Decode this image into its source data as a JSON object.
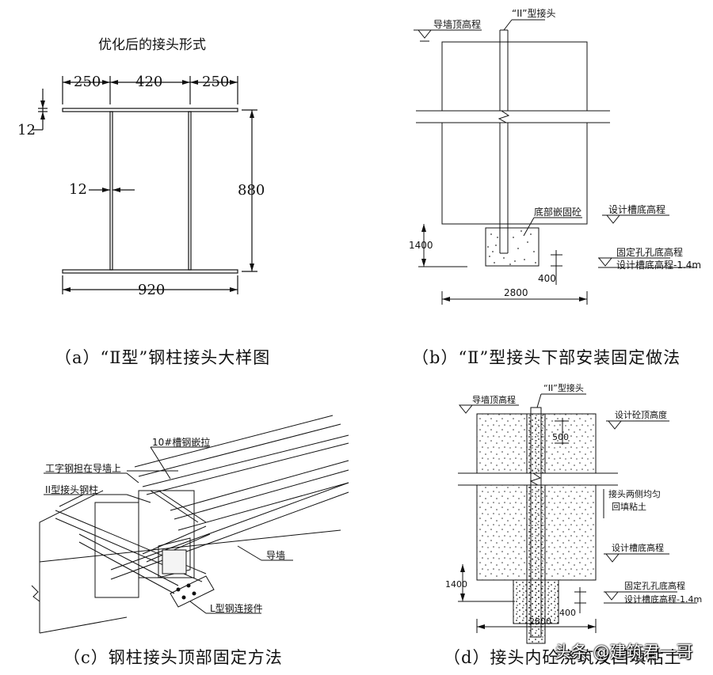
{
  "panel_a": {
    "title": "优化后的接头形式",
    "dim_left": "250",
    "dim_mid": "420",
    "dim_right": "250",
    "dim_flange": "12",
    "dim_web": "12",
    "dim_height": "880",
    "dim_width": "920",
    "caption": "（a）“Ⅱ型”钢柱接头大样图"
  },
  "panel_b": {
    "label_wall_top": "导墙顶高程",
    "label_joint": "“II”型接头",
    "label_embed": "底部嵌固砼",
    "label_design_bottom": "设计槽底高程",
    "label_hole_bottom": "固定孔孔底高程",
    "label_hole_formula": "设计槽底高程-1.4m",
    "dim_1400": "1400",
    "dim_400": "400",
    "dim_2800": "2800",
    "caption": "（b）“Ⅱ”型接头下部安装固定做法"
  },
  "panel_c": {
    "label_channel": "10#槽钢嵌拉",
    "label_ibeam": "工字钢担在导墙上",
    "label_column": "II型接头钢柱",
    "label_guidewall": "导墙",
    "label_lsteel": "L型钢连接件",
    "caption": "（c）钢柱接头顶部固定方法"
  },
  "panel_d": {
    "label_wall_top": "导墙顶高程",
    "label_joint": "“II”型接头",
    "label_concrete_top": "设计砼顶高度",
    "dim_500": "500",
    "label_backfill_1": "接头两侧均匀",
    "label_backfill_2": "回填粘土",
    "label_design_bottom": "设计槽底高程",
    "label_hole_bottom": "固定孔孔底高程",
    "label_hole_formula": "设计槽底高程-1.4m",
    "dim_1400": "1400",
    "dim_400": "400",
    "dim_2800": "2800",
    "caption": "（d）接头内砼浇筑及回填粘土"
  },
  "watermark": "头条 @建筑君一哥"
}
